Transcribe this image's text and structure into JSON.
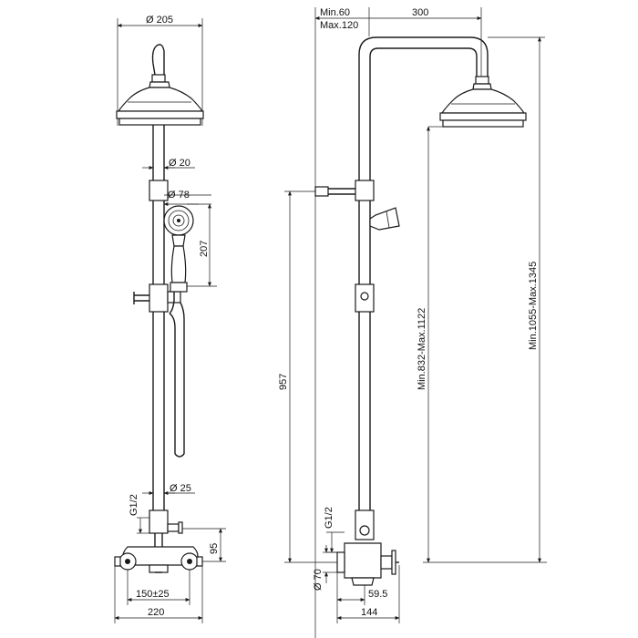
{
  "left_view": {
    "dim_head_diameter": "Ø 205",
    "dim_pipe_diameter": "Ø 20",
    "dim_handshower_diameter": "Ø 78",
    "dim_handshower_length": "207",
    "dim_lower_pipe_diameter": "Ø 25",
    "dim_inlet_thread": "G1/2",
    "dim_spout_height": "95",
    "dim_inlet_centres": "150±25",
    "dim_overall_width": "220"
  },
  "right_view": {
    "dim_arm_min": "Min.60",
    "dim_arm_max": "Max.120",
    "dim_arm_length": "300",
    "dim_height_957": "957",
    "dim_head_height": "Min.832-Max.1122",
    "dim_total_height": "Min.1055-Max.1345",
    "dim_inlet_thread": "G1/2",
    "dim_flange_diameter": "Ø 70",
    "dim_projection_1": "59.5",
    "dim_projection_2": "144"
  }
}
